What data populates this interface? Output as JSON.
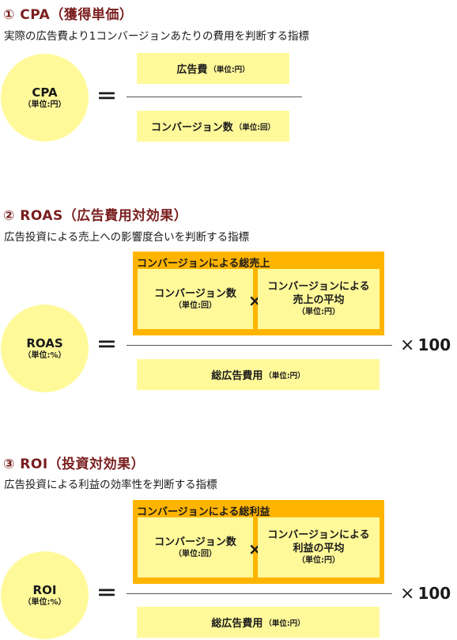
{
  "cpa": {
    "heading": "① CPA（獲得単価）",
    "description": "実際の広告費より1コンバージョンあたりの費用を判断する指標",
    "circle_title": "CPA",
    "circle_unit": "（単位:円）",
    "equals": "＝",
    "numerator": "広告費",
    "numerator_unit": "（単位:円）",
    "denominator": "コンバージョン数",
    "denominator_unit": "（単位:回）"
  },
  "roas": {
    "heading": "② ROAS（広告費用対効果）",
    "description": "広告投資による売上への影響度合いを判断する指標",
    "circle_title": "ROAS",
    "circle_unit": "（単位:%）",
    "equals": "＝",
    "outer_label": "コンバージョンによる総売上",
    "box1_title": "コンバージョン数",
    "box1_unit": "（単位:回）",
    "cross": "×",
    "box2_title_1": "コンバージョンによる",
    "box2_title_2": "売上の平均",
    "box2_unit": "（単位:円）",
    "denominator": "総広告費用",
    "denominator_unit": "（単位:円）",
    "times_symbol": "×",
    "multiplier": "100"
  },
  "roi": {
    "heading": "③ ROI（投資対効果）",
    "description": "広告投資による利益の効率性を判断する指標",
    "circle_title": "ROI",
    "circle_unit": "（単位:%）",
    "equals": "＝",
    "outer_label": "コンバージョンによる総利益",
    "box1_title": "コンバージョン数",
    "box1_unit": "（単位:回）",
    "cross": "×",
    "box2_title_1": "コンバージョンによる",
    "box2_title_2": "利益の平均",
    "box2_unit": "（単位:円）",
    "denominator": "総広告費用",
    "denominator_unit": "（単位:円）",
    "times_symbol": "×",
    "multiplier": "100"
  }
}
